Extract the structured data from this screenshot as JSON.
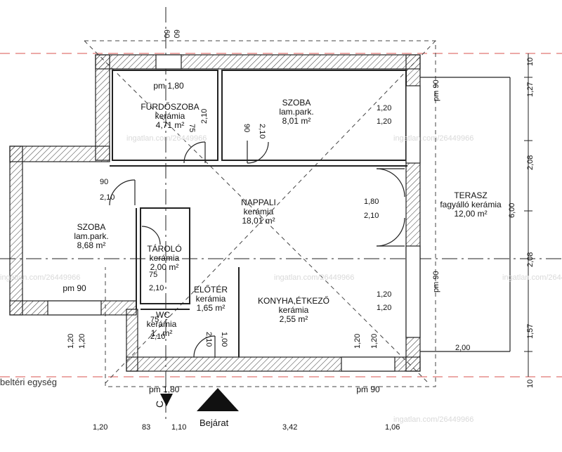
{
  "rooms": {
    "bathroom": {
      "name": "FÜRDŐSZOBA",
      "floor": "kerámia",
      "area": "4,71 m²",
      "note": "pm 1,80"
    },
    "room_top": {
      "name": "SZOBA",
      "floor": "lam.park.",
      "area": "8,01 m²"
    },
    "room_left": {
      "name": "SZOBA",
      "floor": "lam.park.",
      "area": "8,68 m²",
      "note": "pm 90"
    },
    "living": {
      "name": "NAPPALI",
      "floor": "kerámia",
      "area": "18,01 m²"
    },
    "storage": {
      "name": "TÁROLÓ",
      "floor": "kerámia",
      "area": "2,00 m²"
    },
    "hall": {
      "name": "ELŐTÉR",
      "floor": "kerámia",
      "area": "1,65 m²"
    },
    "wc": {
      "name": "WC",
      "floor": "kerámia",
      "area": "1,..m²"
    },
    "kitchen": {
      "name": "KONYHA,ÉTKEZŐ",
      "floor": "kerámia",
      "area": "2,55 m²",
      "note": "pm 90"
    },
    "terrace": {
      "name": "TERASZ",
      "floor": "fagyálló kerámia",
      "area": "12,00 m²"
    }
  },
  "labels": {
    "entrance": "Bejárat",
    "unit": "beltéri egység",
    "section_mark": "C",
    "pm_entrance": "pm 1,80",
    "watermark": "ingatlan.com/26449966"
  },
  "dims": {
    "top_left": "60",
    "top_right": "60",
    "bath_door_w": "75",
    "bath_door_h": "2,10",
    "room_door_w": "90",
    "room_door_h": "2,10",
    "left_door_w": "90",
    "left_door_h": "2,10",
    "win1_w": "1,20",
    "win1_h": "1,20",
    "win1_par": "pm 90",
    "terrace_door_w": "1,80",
    "terrace_door_h": "2,10",
    "storage_door_w": "75",
    "storage_door_h": "2,10",
    "wc_door_w": "75",
    "wc_door_h": "2,10",
    "entry_door_w": "1,00",
    "entry_door_h": "2,10",
    "win2_w": "1,20",
    "win2_h": "1,20",
    "win2_par": "pm 90",
    "kit_win_w": "1,20",
    "kit_win_h": "1,20",
    "left_win_w": "1,20",
    "left_win_h": "1,20",
    "side_top": "1,27",
    "side_mid1": "2,08",
    "side_total": "6,00",
    "side_mid2": "2,08",
    "side_bottom": "1,57",
    "side_top_edge": "10",
    "side_bottom_edge": "10",
    "terrace_depth": "2,00",
    "bottom_1": "1,20",
    "bottom_2": "83",
    "bottom_3": "1,10",
    "bottom_4": "3,42",
    "bottom_5": "1,06"
  }
}
